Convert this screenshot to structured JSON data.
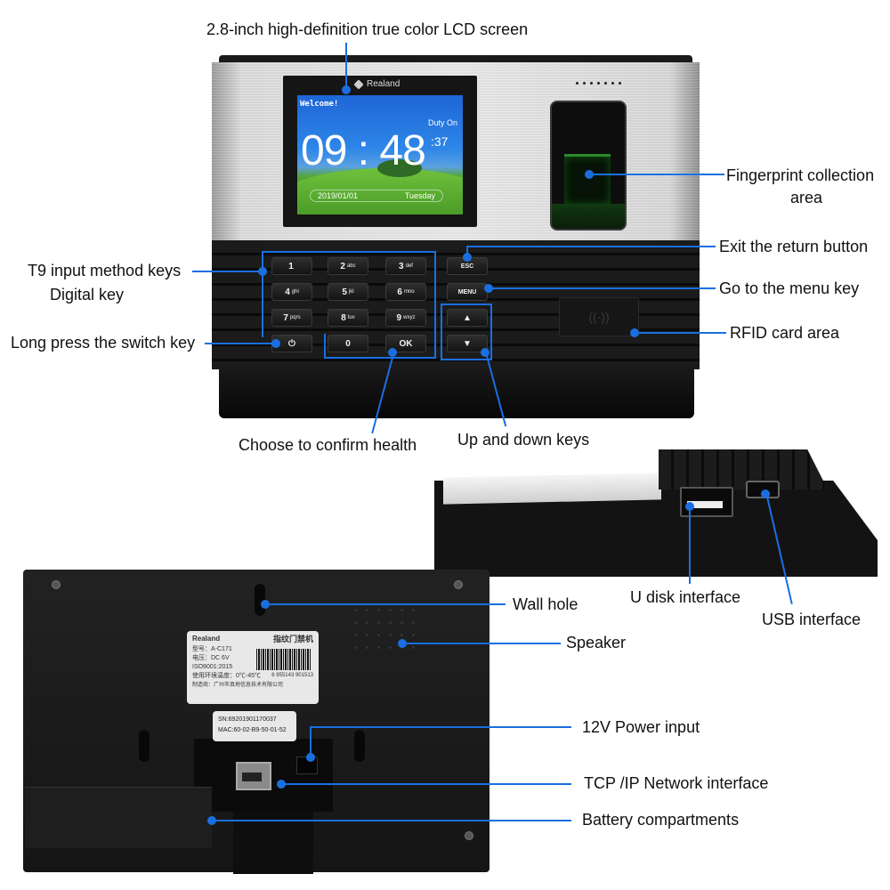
{
  "callouts": {
    "lcd_screen": "2.8-inch high-definition true color LCD screen",
    "fingerprint_line1": "Fingerprint collection",
    "fingerprint_line2": "area",
    "esc_button": "Exit the return button",
    "menu_key": "Go to the menu key",
    "rfid_area": "RFID card area",
    "t9_keys": "T9 input method keys",
    "digital_key": "Digital key",
    "power_key": "Long press the switch key",
    "ok_key": "Choose to confirm health",
    "up_down_keys": "Up and down keys",
    "u_disk": "U disk interface",
    "usb": "USB interface",
    "wall_hole": "Wall hole",
    "speaker": "Speaker",
    "power_input": "12V Power input",
    "network": "TCP /IP Network interface",
    "battery": "Battery compartments"
  },
  "device": {
    "brand": "Realand",
    "lcd": {
      "greeting": "Welcome!",
      "status": "Duty On",
      "time": "09 : 48",
      "seconds": ":37",
      "date": "2019/01/01",
      "weekday": "Tuesday"
    },
    "keypad": [
      {
        "id": "1",
        "main": "1",
        "sub": ""
      },
      {
        "id": "2",
        "main": "2",
        "sub": "abc"
      },
      {
        "id": "3",
        "main": "3",
        "sub": "def"
      },
      {
        "id": "4",
        "main": "4",
        "sub": "ghi"
      },
      {
        "id": "5",
        "main": "5",
        "sub": "jkl"
      },
      {
        "id": "6",
        "main": "6",
        "sub": "mno"
      },
      {
        "id": "7",
        "main": "7",
        "sub": "pqrs"
      },
      {
        "id": "8",
        "main": "8",
        "sub": "tuv"
      },
      {
        "id": "9",
        "main": "9",
        "sub": "wxyz"
      },
      {
        "id": "0",
        "main": "0",
        "sub": ""
      }
    ],
    "function_keys": {
      "power": "⏻",
      "ok": "OK",
      "esc": "ESC",
      "menu": "MENU",
      "up": "▲",
      "down": "▼"
    },
    "rfid_symbol": "((·))"
  },
  "back_label": {
    "brand": "Realand",
    "product_cn": "指纹门禁机",
    "model": "型号：A-C171",
    "voltage": "电压：DC 6V",
    "iso": "ISO9001:2015",
    "temp": "使用环境温度：0℃-45℃",
    "maker": "制造商：广州市真地信息技术有限公司",
    "barcode_number": "6 955143 901513"
  },
  "sn_label": {
    "sn": "SN:69201901170037",
    "mac": "MAC:60-02-B9-50-01-52"
  },
  "colors": {
    "callout_blue": "#1a6fe0",
    "device_black": "#121212",
    "device_silver": "#e2e2e2"
  }
}
